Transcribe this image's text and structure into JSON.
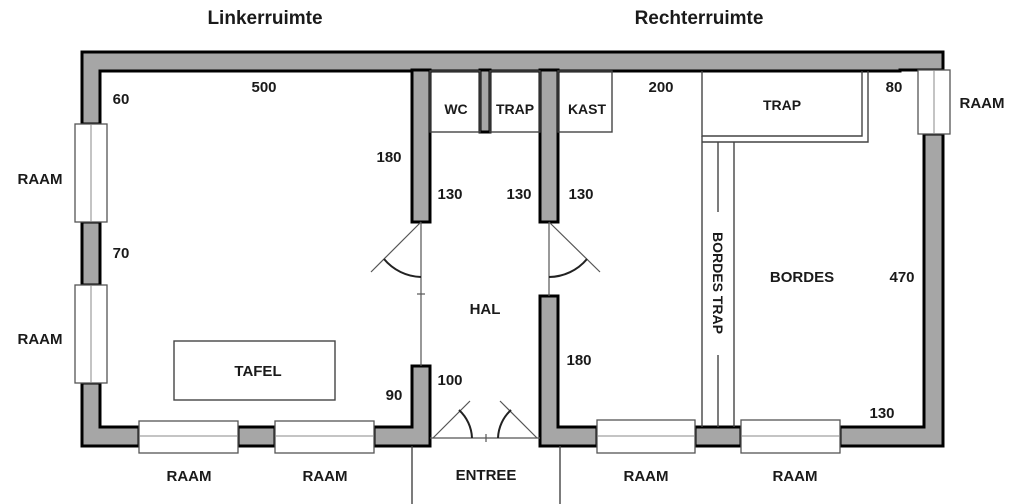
{
  "titles": {
    "left": "Linkerruimte",
    "right": "Rechterruimte"
  },
  "rooms": {
    "wc": "WC",
    "trap_hall": "TRAP",
    "kast": "KAST",
    "trap_right": "TRAP",
    "tafel": "TAFEL",
    "hal": "HAL",
    "entree": "ENTREE",
    "bordes": "BORDES",
    "bordes_trap": "BORDES TRAP"
  },
  "windows": {
    "label": "RAAM",
    "left_upper": "RAAM",
    "left_lower": "RAAM",
    "bottom_1": "RAAM",
    "bottom_2": "RAAM",
    "bottom_3": "RAAM",
    "bottom_4": "RAAM",
    "right_top": "RAAM"
  },
  "dimensions": {
    "left_top_width": "500",
    "left_corner": "60",
    "left_wall_mid": "70",
    "left_partition": "180",
    "hall_left_130": "130",
    "hall_right_130": "130",
    "right_room_130": "130",
    "left_bottom_90": "90",
    "hall_100": "100",
    "right_partition_180": "180",
    "right_top_200": "200",
    "right_corner_80": "80",
    "right_wall_470": "470",
    "right_bottom_130": "130"
  }
}
